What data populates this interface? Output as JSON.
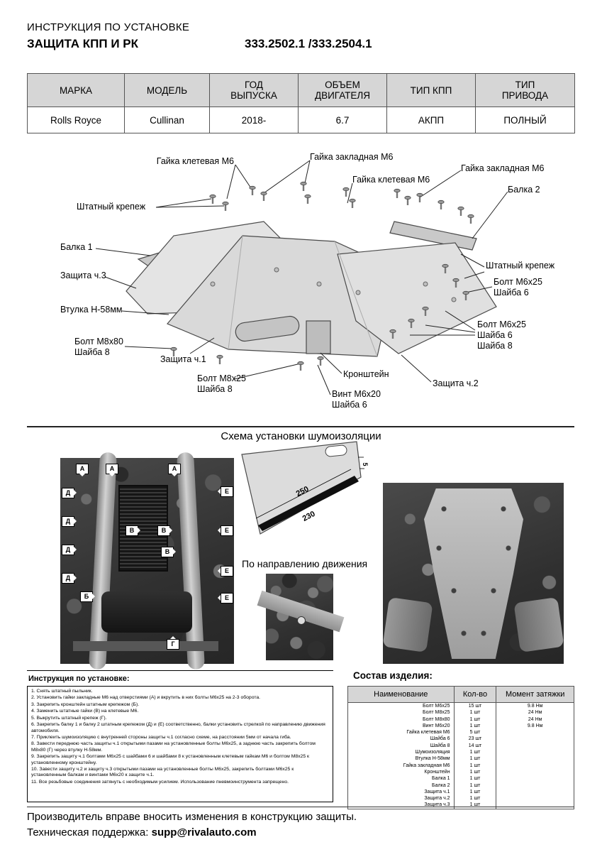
{
  "header": {
    "doc_type": "ИНСТРУКЦИЯ ПО УСТАНОВКЕ",
    "product": "ЗАЩИТА КПП И РК",
    "part_numbers": "333.2502.1 /333.2504.1"
  },
  "spec": {
    "headers": [
      "МАРКА",
      "МОДЕЛЬ",
      "ГОД\nВЫПУСКА",
      "ОБЪЕМ\nДВИГАТЕЛЯ",
      "ТИП КПП",
      "ТИП\nПРИВОДА"
    ],
    "row": [
      "Rolls Royce",
      "Cullinan",
      "2018-",
      "6.7",
      "АКПП",
      "ПОЛНЫЙ"
    ]
  },
  "diagram": {
    "labels": [
      "Гайка клетевая М6",
      "Гайка закладная М6",
      "Гайка клетевая М6",
      "Гайка закладная М6",
      "Балка 2",
      "Штатный крепеж",
      "Балка 1",
      "Защита ч.3",
      "Штатный крепеж",
      "Болт М6х25\nШайба 6",
      "Втулка Н-58мм",
      "Болт М6х25\nШайба 6\nШайба 8",
      "Болт М8х80\nШайба 8",
      "Защита ч.1",
      "Болт М8х25\nШайба 8",
      "Кронштейн",
      "Винт М6х20\nШайба 6",
      "Защита ч.2"
    ]
  },
  "soundproofing": {
    "title": "Схема установки шумоизоляции",
    "dim_250": "250",
    "dim_230": "230",
    "dim_5": "5",
    "direction_label": "По направлению движения"
  },
  "left_photo": {
    "markers": [
      "А",
      "А",
      "А",
      "Д",
      "Д",
      "Д",
      "Д",
      "В",
      "В",
      "В",
      "Б",
      "Г",
      "Е",
      "Е",
      "Е",
      "Е"
    ]
  },
  "instructions": {
    "title": "Инструкция по установке:",
    "steps": [
      "1. Снять штатный пыльник.",
      "2. Установить гайки закладные М6 над отверстиями (А) и вкрутить в них болты М6х25 на 2-3 оборота.",
      "3. Закрепить кронштейн штатным крепежом (Б).",
      "4. Заменить штатные гайки (В) на клетевые М6.",
      "5. Выкрутить штатный крепеж (Г).",
      "6. Закрепить балку 1 и балку 2 штатным крепежом (Д) и (Е) соответственно, балки установить стрелкой по направлению движения автомобиля.",
      "7. Приклеить шумоизоляцию с внутренней стороны защиты ч.1 согласно схеме, на расстоянии 5мм от начала гиба.",
      "8. Завести переднюю часть защиты ч.1 открытыми пазами на установленные болты М6х25, а заднюю часть закрепить болтом М8х80 (Г) через втулку Н-58мм.",
      "9. Закрепить защиту ч.1 болтами М6х25 с шайбами 6 и шайбами 8 к установленным клетевым гайкам М6 и болтом М8х25 к установленному кронштейну.",
      "10. Завести защиту ч.2 и защиту ч.3 открытыми пазами на установленные болты М6х25, закрепить болтами М6х25 к установленным балкам и винтами М6х20 к защите ч.1.",
      "11. Все резьбовые соединения затянуть с необходимым усилием. Использование пневмоинструмента запрещено."
    ]
  },
  "parts": {
    "title": "Состав изделия:",
    "headers": [
      "Наименование",
      "Кол-во",
      "Момент затяжки"
    ],
    "rows": [
      {
        "name": "Болт М6х25",
        "qty": "15 шт",
        "torque": "9.8 Нм"
      },
      {
        "name": "Болт М8х25",
        "qty": "1 шт",
        "torque": "24 Нм"
      },
      {
        "name": "Болт М8х80",
        "qty": "1 шт",
        "torque": "24 Нм"
      },
      {
        "name": "Винт М6х20",
        "qty": "1 шт",
        "torque": "9.8 Нм"
      },
      {
        "name": "Гайка клетевая М6",
        "qty": "5 шт",
        "torque": ""
      },
      {
        "name": "Шайба 6",
        "qty": "23 шт",
        "torque": ""
      },
      {
        "name": "Шайба 8",
        "qty": "14 шт",
        "torque": ""
      },
      {
        "name": "Шумоизоляция",
        "qty": "1 шт",
        "torque": ""
      },
      {
        "name": "Втулка Н-58мм",
        "qty": "1 шт",
        "torque": ""
      },
      {
        "name": "Гайка закладная М6",
        "qty": "1 шт",
        "torque": ""
      },
      {
        "name": "Кронштейн",
        "qty": "1 шт",
        "torque": ""
      },
      {
        "name": "Балка 1",
        "qty": "1 шт",
        "torque": ""
      },
      {
        "name": "Балка 2",
        "qty": "1 шт",
        "torque": ""
      },
      {
        "name": "Защита ч.1",
        "qty": "1 шт",
        "torque": ""
      },
      {
        "name": "Защита ч.2",
        "qty": "1 шт",
        "torque": ""
      },
      {
        "name": "Защита ч.3",
        "qty": "1 шт",
        "torque": ""
      }
    ]
  },
  "footer": {
    "line1": "Производитель вправе вносить изменения в конструкцию защиты.",
    "support_label": "Техническая поддержка: ",
    "support_email": "supp@rivalauto.com"
  }
}
